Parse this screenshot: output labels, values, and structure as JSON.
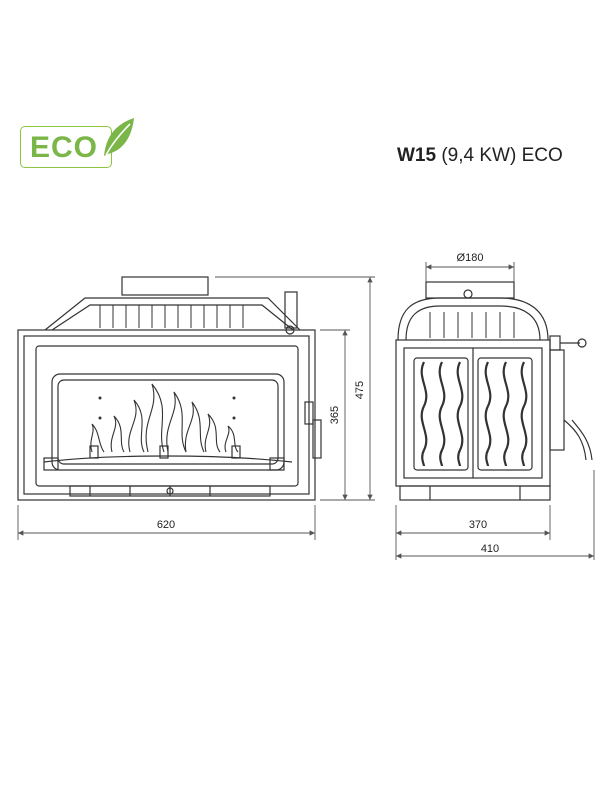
{
  "logo": {
    "text": "ECO",
    "leaf_color": "#7ab648",
    "border_color": "#8cc63f"
  },
  "title": {
    "model": "W15",
    "power": "(9,4 KW)",
    "suffix": "ECO"
  },
  "dimensions": {
    "front_width": "620",
    "front_height_inner": "365",
    "front_height_total": "475",
    "side_flue_diameter": "Ø180",
    "side_depth_body": "370",
    "side_depth_total": "410"
  },
  "colors": {
    "line": "#333333",
    "dim_line": "#555555"
  }
}
